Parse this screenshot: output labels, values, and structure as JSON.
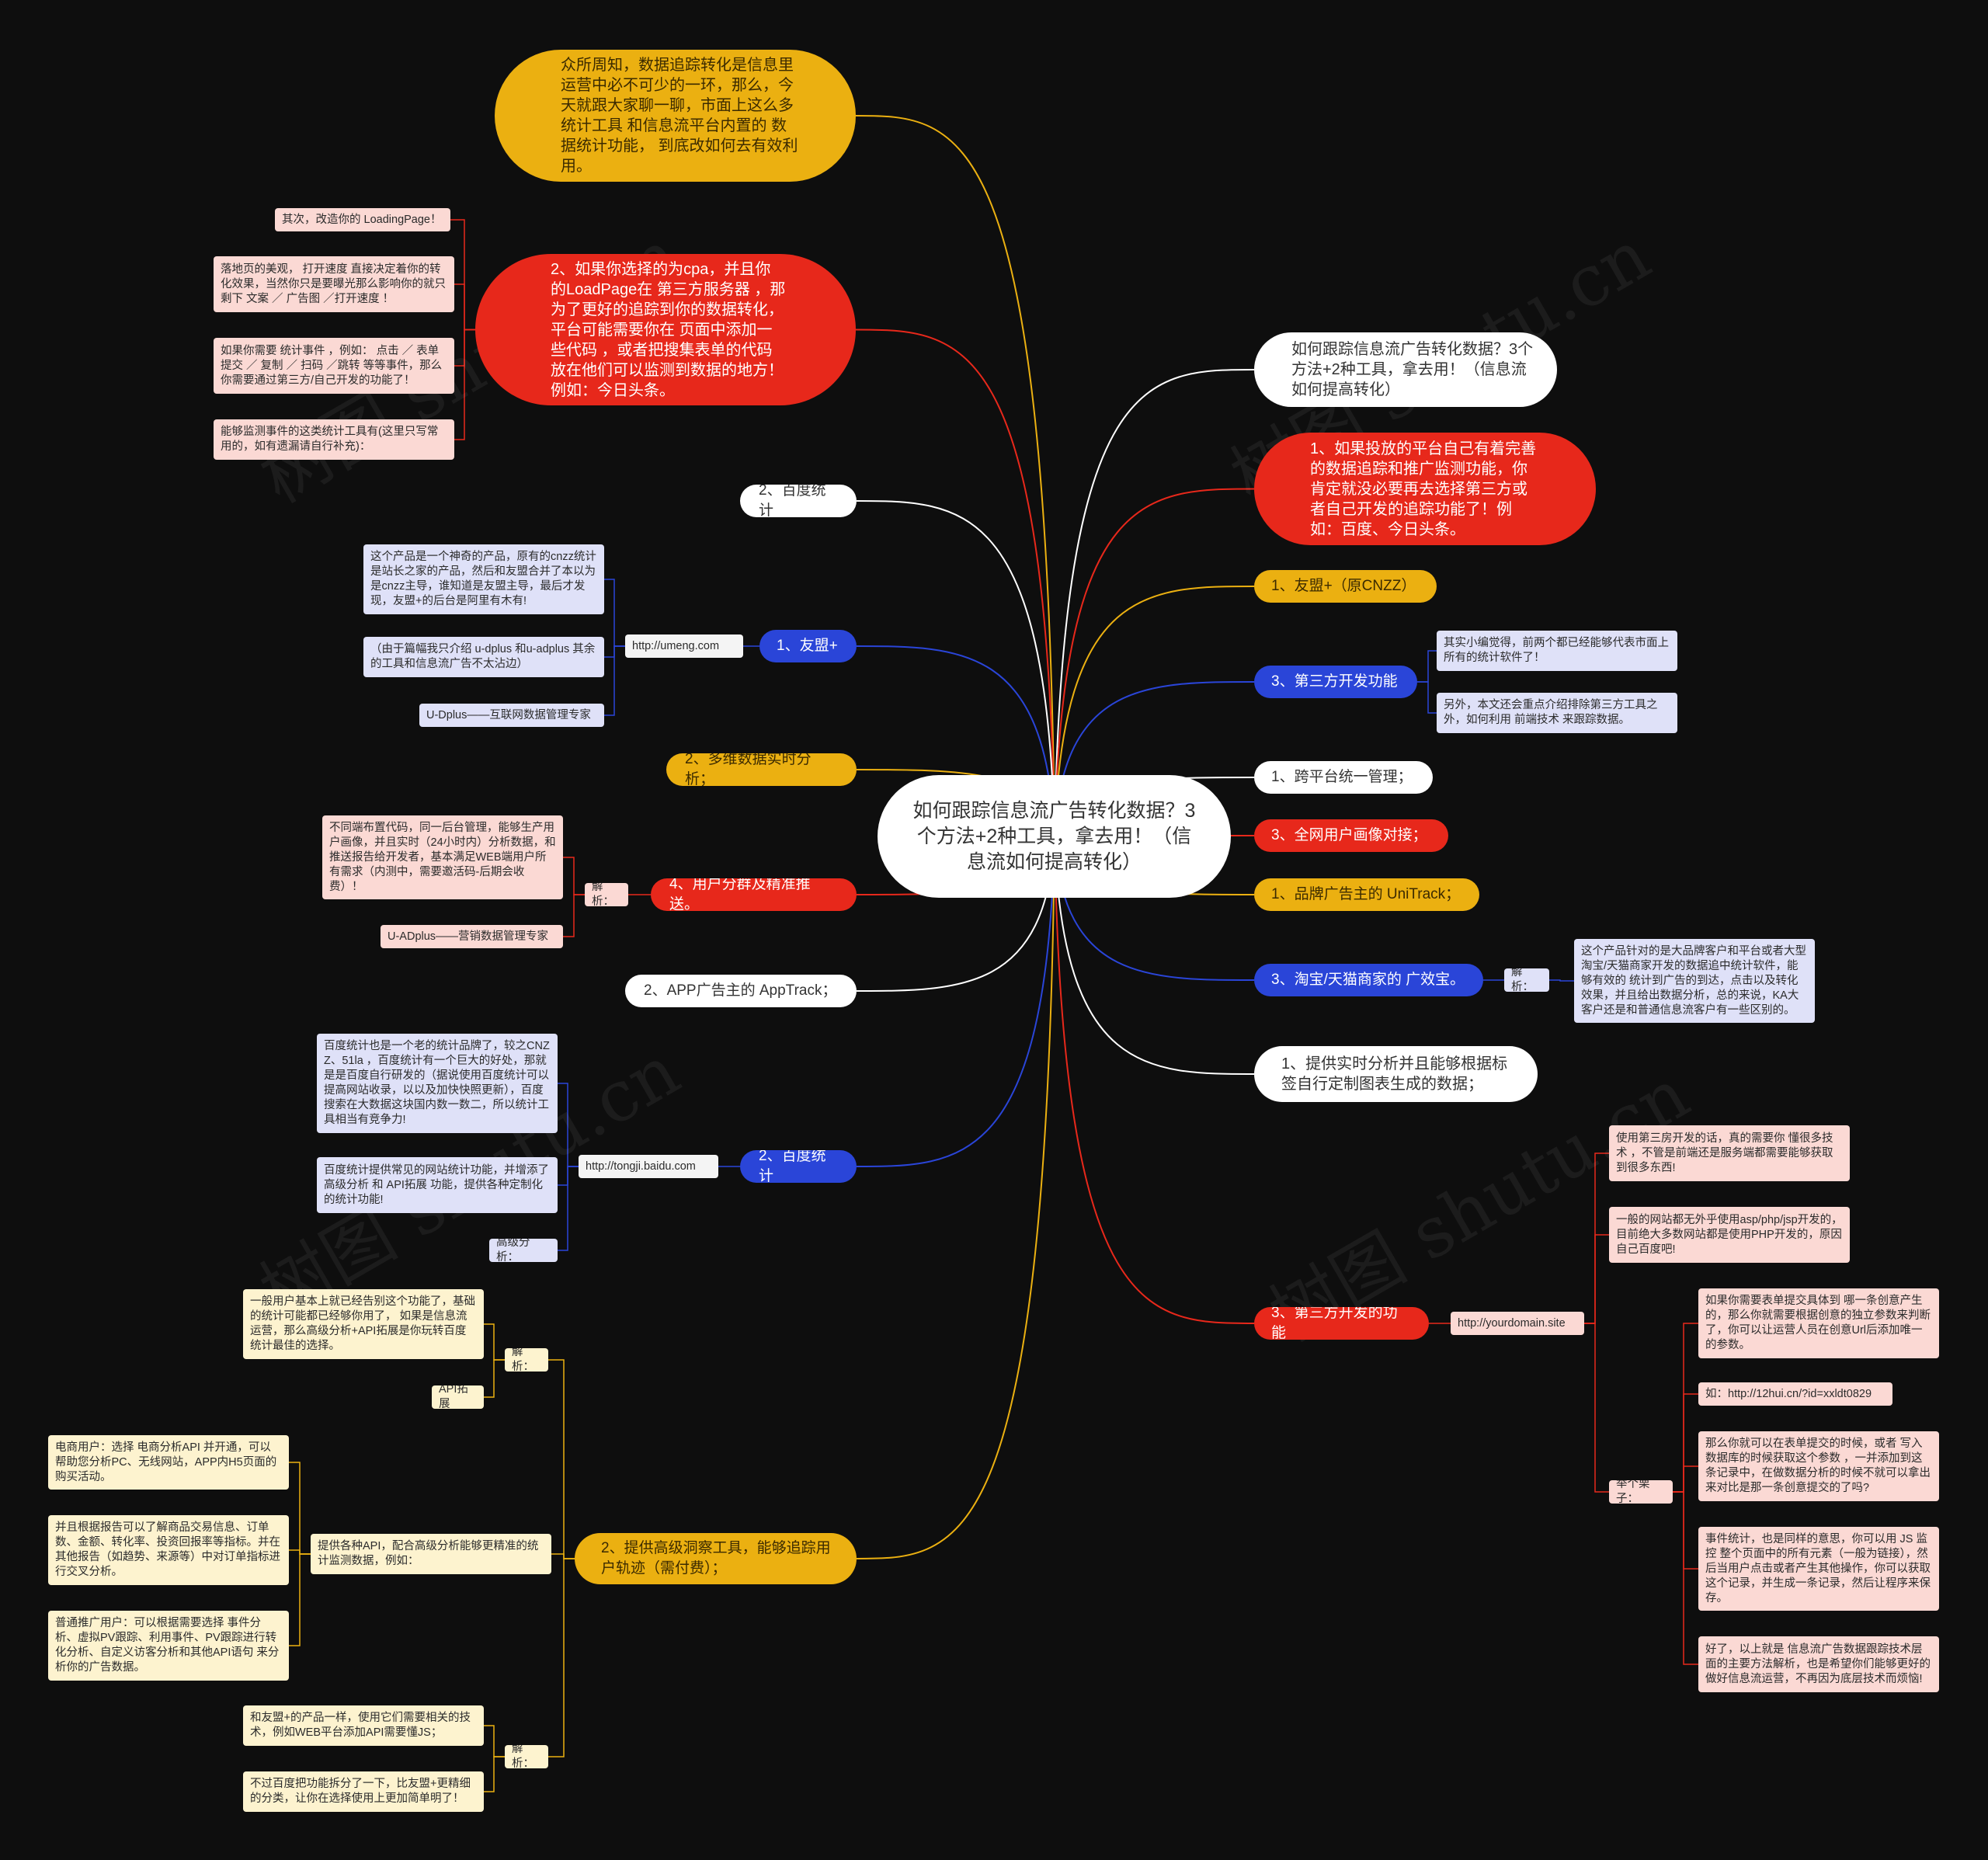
{
  "root": {
    "text": "如何跟踪信息流广告转化数据？3个方法+2种工具，拿去用！（信息流如何提高转化）"
  },
  "colors": {
    "background": "#0e0e0e",
    "red": "#e7281b",
    "yellow": "#ebb011",
    "blue": "#2a45d8",
    "white": "#ffffff"
  },
  "watermark": "树图 shutu.cn",
  "nodes": [
    {
      "id": "intro",
      "text": "众所周知，数据追踪转化是信息里运营中必不可少的一环，那么，今天就跟大家聊一聊，市面上这么多统计工具 和信息流平台内置的 数据统计功能， 到底改如何去有效利用。"
    },
    {
      "id": "cpa",
      "text": "2、如果你选择的为cpa，并且你的LoadPage在 第三方服务器 ，那为了更好的追踪到你的数据转化，平台可能需要你在 页面中添加一些代码 ，或者把搜集表单的代码放在他们可以监测到数据的地方！例如：今日头条。"
    },
    {
      "id": "cpa_n1",
      "text": "其次，改造你的 LoadingPage！"
    },
    {
      "id": "cpa_n2",
      "text": "落地页的美观， 打开速度 直接决定着你的转化效果，当然你只是要曝光那么影响你的就只剩下 文案 ／ 广告图 ／打开速度 ！"
    },
    {
      "id": "cpa_n3",
      "text": "如果你需要 统计事件 ，例如： 点击 ／ 表单提交 ／ 复制 ／ 扫码 ／跳转 等等事件，那么你需要通过第三方/自己开发的功能了！"
    },
    {
      "id": "cpa_n4",
      "text": "能够监测事件的这类统计工具有(这里只写常用的，如有遗漏请自行补充)："
    },
    {
      "id": "baidu_l",
      "text": "2、百度统计"
    },
    {
      "id": "umeng",
      "text": "1、友盟+"
    },
    {
      "id": "umeng_url",
      "text": "http://umeng.com"
    },
    {
      "id": "umeng_n1",
      "text": "这个产品是一个神奇的产品，原有的cnzz统计是站长之家的产品，然后和友盟合并了本以为是cnzz主导，谁知道是友盟主导，最后才发现，友盟+的后台是阿里有木有!"
    },
    {
      "id": "umeng_n2",
      "text": "（由于篇幅我只介绍 u-dplus 和u-adplus 其余的工具和信息流广告不太沾边）"
    },
    {
      "id": "umeng_n3",
      "text": "U-Dplus——互联网数据管理专家"
    },
    {
      "id": "multi",
      "text": "2、多维数据实时分析；"
    },
    {
      "id": "segment",
      "text": "4、用户分群及精准推送。"
    },
    {
      "id": "seg_lbl",
      "text": "解析："
    },
    {
      "id": "seg_n1",
      "text": "不同端布置代码，同一后台管理，能够生产用户画像，并且实时（24小时内）分析数据，和推送报告给开发者，基本满足WEB端用户所有需求（内测中，需要邀活码-后期会收费）！"
    },
    {
      "id": "seg_n2",
      "text": "U-ADplus——营销数据管理专家"
    },
    {
      "id": "apptrack",
      "text": "2、APP广告主的 AppTrack；"
    },
    {
      "id": "baidu2",
      "text": "2、百度统计"
    },
    {
      "id": "baidu_url",
      "text": "http://tongji.baidu.com"
    },
    {
      "id": "baidu_n1",
      "text": "百度统计也是一个老的统计品牌了，较之CNZZ、51la ，百度统计有一个巨大的好处，那就是是百度自行研发的（据说使用百度统计可以提高网站收录，以以及加快快照更新），百度搜索在大数据这块国内数一数二，所以统计工具相当有竞争力!"
    },
    {
      "id": "baidu_n2",
      "text": "百度统计提供常见的网站统计功能，并增添了 高级分析 和 API拓展 功能，提供各种定制化的统计功能!"
    },
    {
      "id": "baidu_n3",
      "text": "高级分析："
    },
    {
      "id": "insight",
      "text": "2、提供高级洞察工具，能够追踪用户轨迹（需付费）；"
    },
    {
      "id": "ins_lbl1",
      "text": "解析："
    },
    {
      "id": "ins_n1",
      "text": "一般用户基本上就已经告别这个功能了，基础的统计可能都已经够你用了， 如果是信息流运营，那么高级分析+API拓展是你玩转百度统计最佳的选择。"
    },
    {
      "id": "ins_api",
      "text": "API拓展"
    },
    {
      "id": "ins_mid",
      "text": "提供各种API，配合高级分析能够更精准的统计监测数据，例如："
    },
    {
      "id": "ins_e1",
      "text": "电商用户：选择 电商分析API 并开通，可以帮助您分析PC、无线网站，APP内H5页面的购买活动。"
    },
    {
      "id": "ins_e2",
      "text": "并且根据报告可以了解商品交易信息、订单数、金额、转化率、投资回报率等指标。并在其他报告（如趋势、来源等）中对订单指标进行交叉分析。"
    },
    {
      "id": "ins_e3",
      "text": "普通推广用户：可以根据需要选择 事件分析、虚拟PV跟踪、利用事件、PV跟踪进行转化分析、自定义访客分析和其他API语句 来分析你的广告数据。"
    },
    {
      "id": "ins_lbl2",
      "text": "解析："
    },
    {
      "id": "ins_n2",
      "text": "和友盟+的产品一样，使用它们需要相关的技术，例如WEB平台添加API需要懂JS；"
    },
    {
      "id": "ins_n3",
      "text": "不过百度把功能拆分了一下，比友盟+更精细的分类，让你在选择使用上更加简单明了！"
    },
    {
      "id": "title_r",
      "text": "如何跟踪信息流广告转化数据？3个方法+2种工具，拿去用！（信息流如何提高转化）"
    },
    {
      "id": "own",
      "text": "1、如果投放的平台自己有着完善的数据追踪和推广监测功能，你肯定就没必要再去选择第三方或者自己开发的追踪功能了！例如：百度、今日头条。"
    },
    {
      "id": "umeng_r",
      "text": "1、友盟+（原CNZZ）"
    },
    {
      "id": "third",
      "text": "3、第三方开发功能"
    },
    {
      "id": "third_n1",
      "text": "其实小编觉得，前两个都已经能够代表市面上所有的统计软件了！"
    },
    {
      "id": "third_n2",
      "text": "另外，本文还会重点介绍排除第三方工具之外，如何利用 前端技术 来跟踪数据。"
    },
    {
      "id": "cross",
      "text": "1、跨平台统一管理；"
    },
    {
      "id": "portrait",
      "text": "3、全网用户画像对接；"
    },
    {
      "id": "unitrack",
      "text": "1、品牌广告主的 UniTrack；"
    },
    {
      "id": "taobao",
      "text": "3、淘宝/天猫商家的 广效宝。"
    },
    {
      "id": "tb_lbl",
      "text": "解析："
    },
    {
      "id": "tb_n1",
      "text": "这个产品针对的是大品牌客户和平台或者大型淘宝/天猫商家开发的数据追中统计软件，能够有效的 统计到广告的到达，点击以及转化效果，并且给出数据分析，总的来说，KA大客户还是和普通信息流客户有一些区别的。"
    },
    {
      "id": "realtime",
      "text": "1、提供实时分析并且能够根据标签自行定制图表生成的数据；"
    },
    {
      "id": "third2",
      "text": "3、第三方开发的功能"
    },
    {
      "id": "yd_url",
      "text": "http://yourdomain.site"
    },
    {
      "id": "yd_n1",
      "text": "使用第三房开发的话，真的需要你 懂很多技术 ，不管是前端还是服务端都需要能够获取到很多东西!"
    },
    {
      "id": "yd_n2",
      "text": "一般的网站都无外乎使用asp/php/jsp开发的，目前绝大多数网站都是使用PHP开发的，原因自己百度吧!"
    },
    {
      "id": "yd_lbl",
      "text": "举个栗子："
    },
    {
      "id": "yd_e1",
      "text": "如果你需要表单提交具体到 哪一条创意产生的，那么你就需要根据创意的独立参数来判断了，你可以让运营人员在创意Url后添加唯一的参数。"
    },
    {
      "id": "yd_e2",
      "text": "如：http://12hui.cn/?id=xxldt0829"
    },
    {
      "id": "yd_e3",
      "text": "那么你就可以在表单提交的时候，或者 写入数据库的时候获取这个参数 ，一并添加到这条记录中，在做数据分析的时候不就可以拿出来对比是那一条创意提交的了吗?"
    },
    {
      "id": "yd_e4",
      "text": "事件统计，也是同样的意思，你可以用 JS 监控 整个页面中的所有元素（一般为链接），然后当用户点击或者产生其他操作，你可以获取这个记录，并生成一条记录，然后让程序来保存。"
    },
    {
      "id": "yd_e5",
      "text": "好了，以上就是 信息流广告数据跟踪技术层面的主要方法解析，也是希望你们能够更好的做好信息流运营，不再因为底层技术而烦恼!"
    }
  ]
}
